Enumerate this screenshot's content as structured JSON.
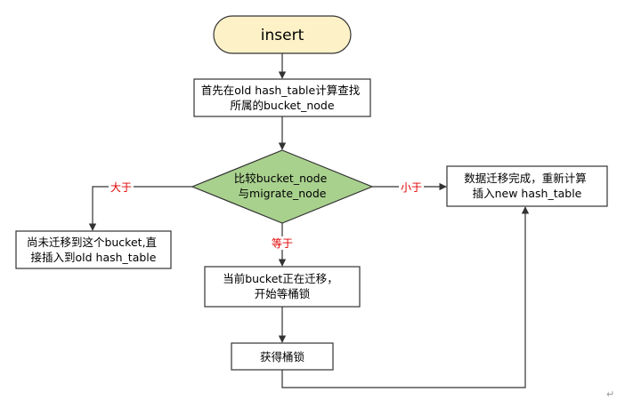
{
  "nodes": {
    "start": "insert",
    "find_bucket": [
      "首先在old hash_table计算查找",
      "所属的bucket_node"
    ],
    "compare": [
      "比较bucket_node",
      "与migrate_node"
    ],
    "not_migrated": [
      "尚未迁移到这个bucket,直",
      "接插入到old hash_table"
    ],
    "migrated": [
      "数据迁移完成，重新计算",
      "插入new hash_table"
    ],
    "migrating": [
      "当前bucket正在迁移，",
      "开始等桶锁"
    ],
    "get_lock": "获得桶锁"
  },
  "edge_labels": {
    "greater": "大于",
    "less": "小于",
    "equal": "等于"
  },
  "colors": {
    "start_fill": "#fdf1c8",
    "decision_fill": "#a9d18e",
    "box_stroke": "#333333",
    "edge_label": "#e00000"
  },
  "end_mark": "↵"
}
